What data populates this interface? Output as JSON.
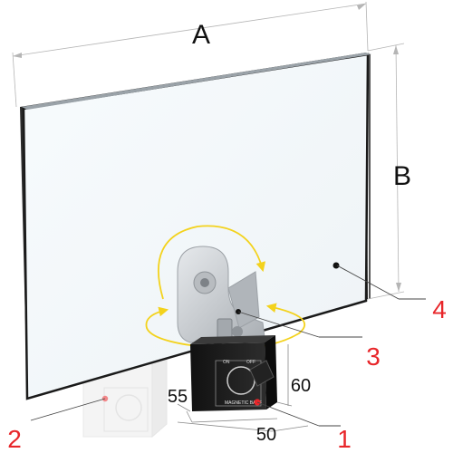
{
  "dimensions": {
    "width_label": "A",
    "height_label": "B",
    "base_depth": "55",
    "base_height": "60",
    "base_width": "50"
  },
  "callouts": {
    "magnetic_base": "1",
    "spare_base": "2",
    "pivot": "3",
    "screen": "4"
  },
  "base_print": {
    "text": "MAGNETIC BASE",
    "on": "ON",
    "off": "OFF"
  },
  "colors": {
    "callout_number": "#e8262a",
    "rotation_arrow": "#f3d21c",
    "base_black": "#1b1b1b",
    "bracket_metal": "#c8ccd0",
    "glass_edge": "#1a1a1a"
  }
}
